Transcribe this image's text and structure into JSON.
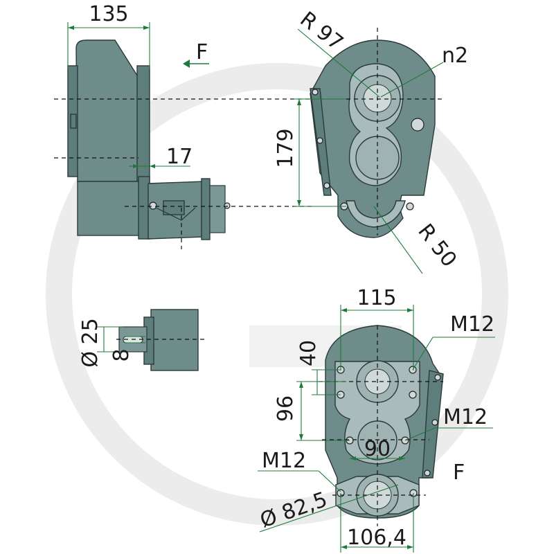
{
  "labels": {
    "width_side": "135",
    "force_top": "F",
    "flange_offset": "17",
    "radius_top": "R 97",
    "n2": "n2",
    "center_distance": "179",
    "radius_bottom": "R 50",
    "shaft_diameter": "Ø 25",
    "key_width": "8",
    "hole_spacing_h": "115",
    "thread_top": "M12",
    "hole_spacing_40": "40",
    "hole_spacing_96": "96",
    "thread_mid": "M12",
    "hole_spacing_90": "90",
    "thread_bottom": "M12",
    "force_bottom": "F",
    "flange_diameter": "Ø 82,5",
    "flange_spacing": "106,4"
  },
  "colors": {
    "housing": "#6d8c8a",
    "dimension_lines": "#1e7a3a",
    "center_lines": "#111111",
    "watermark": "#ececec"
  }
}
